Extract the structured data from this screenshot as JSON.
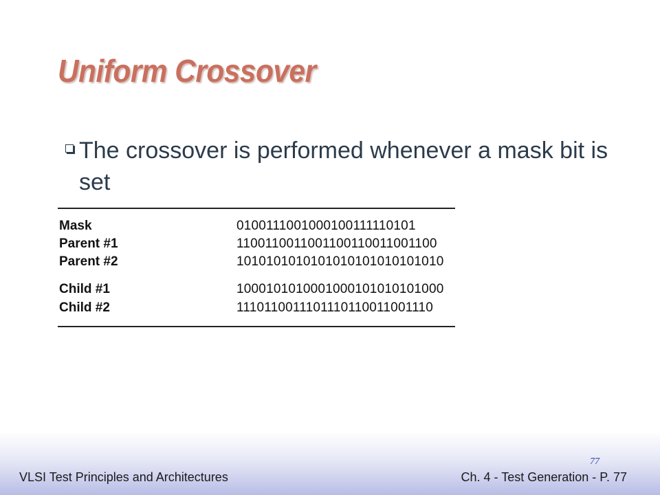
{
  "slide": {
    "title": "Uniform Crossover",
    "bullet": "The crossover is performed whenever a mask bit is set",
    "title_color": "#c9705e",
    "text_color": "#2b3b4b"
  },
  "table": {
    "rows": [
      {
        "label": "Mask",
        "bits": "0100111001000100111110101"
      },
      {
        "label": "Parent #1",
        "bits": "1100110011001100110011001100"
      },
      {
        "label": "Parent #2",
        "bits": "1010101010101010101010101010"
      },
      {
        "label": "Child #1",
        "bits": "1000101010001000101010101000"
      },
      {
        "label": "Child #2",
        "bits": "1110110011101110110011001110"
      }
    ]
  },
  "footer": {
    "left": "VLSI Test Principles and Architectures",
    "right": "Ch. 4 - Test Generation - P. 77",
    "page_small": "77"
  }
}
